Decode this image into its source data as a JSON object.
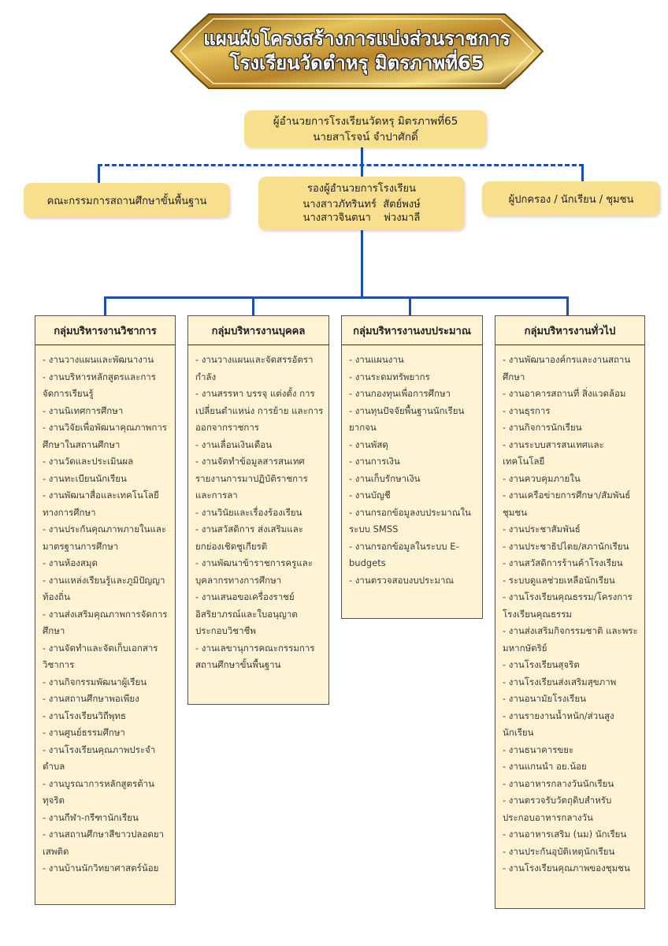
{
  "title": {
    "line1": "แผนผังโครงสร้างการแบ่งส่วนราชการ",
    "line2": "โรงเรียนวัดตำหรุ  มิตรภาพที่65"
  },
  "director": {
    "position": "ผู้อำนวยการโรงเรียนวัดหรุ มิตรภาพที่65",
    "name": "นายสาโรจน์ จำปาศักดิ์"
  },
  "board": {
    "label": "คณะกรรมการสถานศึกษาขั้นพื้นฐาน"
  },
  "deputy": {
    "position": "รองผู้อำนวยการโรงเรียน",
    "name1": "นางสาวภัทรินทร์  สัตย์พงษ์",
    "name2": "นางสาวจินตนา    พ่วงมาลี"
  },
  "community": {
    "label": "ผู้ปกครอง / นักเรียน / ชุมชน"
  },
  "colors": {
    "line": "#1f4fa8",
    "box": "#f8df8e",
    "column": "#fff3d4",
    "gold": "#b8862b"
  },
  "groups": [
    {
      "title": "กลุ่มบริหารงานวิชาการ",
      "items": [
        "- งานวางแผนและพัฒนางาน",
        "- งานบริหารหลักสูตรและการจัดการเรียนรู้",
        "- งานนิเทศการศึกษา",
        "- งานวิจัยเพื่อพัฒนาคุณภาพการศึกษาในสถานศึกษา",
        "- งานวัดและประเมินผล",
        "- งานทะเบียนนักเรียน",
        "- งานพัฒนาสื่อและเทคโนโลยีทางการศึกษา",
        "- งานประกันคุณภาพภายในและมาตรฐานการศึกษา",
        "- งานห้องสมุด",
        "- งานแหล่งเรียนรู้และภูมิปัญญาท้องถิ่น",
        "- งานส่งเสริมคุณภาพการจัดการศึกษา",
        "- งานจัดทำและจัดเก็บเอกสารวิชาการ",
        "- งานกิจกรรมพัฒนาผู้เรียน",
        "- งานสถานศึกษาพอเพียง",
        "- งานโรงเรียนวิถีพุทธ",
        "- งานศูนย์ธรรมศึกษา",
        "- งานโรงเรียนคุณภาพประจำตำบล",
        "- งานบูรณาการหลักสูตรต้านทุจริต",
        "- งานกีฬา-กรีฑานักเรียน",
        "- งานสถานศึกษาสีขาวปลอดยาเสพติด",
        "- งานบ้านนักวิทยาศาสตร์น้อย"
      ]
    },
    {
      "title": "กลุ่มบริหารงานบุคคล",
      "items": [
        "- งานวางแผนและจัดสรรอัตรากำลัง",
        "- งานสรรหา บรรจุ แต่งตั้ง การเปลี่ยนตำแหน่ง การย้าย และการออกจากราชการ",
        "- งานเลื่อนเงินเดือน",
        "- งานจัดทำข้อมูลสารสนเทศรายงานการมาปฏิบัติราชการและการลา",
        "- งานวินัยและเรื่องร้องเรียน",
        "- งานสวัสดิการ ส่งเสริมและยกย่องเชิดชูเกียรติ",
        "- งานพัฒนาข้าราชการครูและบุคลากรทางการศึกษา",
        "- งานเสนอขอเครื่องราชย์อิสริยาภรณ์และใบอนุญาตประกอบวิชาชีพ",
        "- งานเลขานุการคณะกรรมการสถานศึกษาขั้นพื้นฐาน"
      ]
    },
    {
      "title": "กลุ่มบริหารงานงบประมาณ",
      "items": [
        "- งานแผนงาน",
        "- งานระดมทรัพยากร",
        "- งานกองทุนเพื่อการศึกษา",
        "- งานทุนปัจจัยพื้นฐานนักเรียนยากจน",
        "- งานพัสดุ",
        "- งานการเงิน",
        "- งานเก็บรักษาเงิน",
        "- งานบัญชี",
        "- งานกรอกข้อมูลงบประมาณในระบบ SMSS",
        "- งานกรอกข้อมูลในระบบ E-budgets",
        "- งานตรวจสอบงบประมาณ"
      ]
    },
    {
      "title": "กลุ่มบริหารงานทั่วไป",
      "items": [
        "- งานพัฒนาองค์กรและงานสถานศึกษา",
        "- งานอาคารสถานที่ สิ่งแวดล้อม",
        "- งานธุรการ",
        "- งานกิจการนักเรียน",
        "- งานระบบสารสนเทศและเทคโนโลยี",
        "- งานควบคุมภายใน",
        "- งานเครือข่ายการศึกษา/สัมพันธ์ชุมชน",
        "- งานประชาสัมพันธ์",
        "- งานประชาธิปไตย/สภานักเรียน",
        "- งานสวัสดิการร้านค้าโรงเรียน",
        "- ระบบดูแลช่วยเหลือนักเรียน",
        "- งานโรงเรียนคุณธรรม/โครงการโรงเรียนคุณธรรม",
        "- งานส่งเสริมกิจกรรมชาติ และพระมหากษัตริย์",
        "- งานโรงเรียนสุจริต",
        "- งานโรงเรียนส่งเสริมสุขภาพ",
        "- งานอนามัยโรงเรียน",
        "- งานรายงานน้ำหนัก/ส่วนสูงนักเรียน",
        "- งานธนาคารขยะ",
        "- งานแกนนำ อย.น้อย",
        "- งานอาหารกลางวันนักเรียน",
        "- งานตรวจรับวัตถุดิบสำหรับประกอบอาหารกลางวัน",
        "- งานอาหารเสริม (นม) นักเรียน",
        "- งานประกันอุบัติเหตุนักเรียน",
        "- งานโรงเรียนคุณภาพของชุมชน"
      ]
    }
  ]
}
